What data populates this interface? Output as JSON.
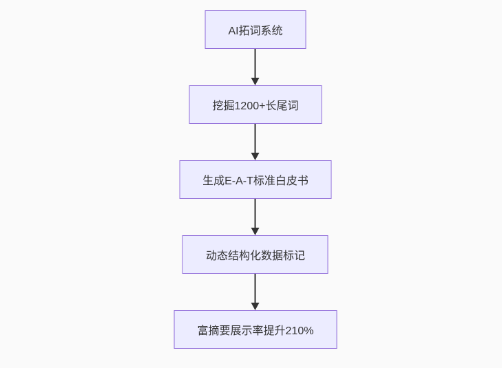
{
  "flowchart": {
    "direction": "top-down",
    "nodes": [
      {
        "id": "node-1",
        "label": "AI拓词系统"
      },
      {
        "id": "node-2",
        "label": "挖掘1200+长尾词"
      },
      {
        "id": "node-3",
        "label": "生成E-A-T标准白皮书"
      },
      {
        "id": "node-4",
        "label": "动态结构化数据标记"
      },
      {
        "id": "node-5",
        "label": "富摘要展示率提升210%"
      }
    ],
    "edges": [
      {
        "from": "node-1",
        "to": "node-2",
        "arrow": "down"
      },
      {
        "from": "node-2",
        "to": "node-3",
        "arrow": "down"
      },
      {
        "from": "node-3",
        "to": "node-4",
        "arrow": "down"
      },
      {
        "from": "node-4",
        "to": "node-5",
        "arrow": "down"
      }
    ]
  },
  "colors": {
    "background": "#fafafa",
    "node_fill": "#ececff",
    "node_border": "#9370db",
    "node_text": "#333333",
    "arrow_color": "#333333"
  }
}
